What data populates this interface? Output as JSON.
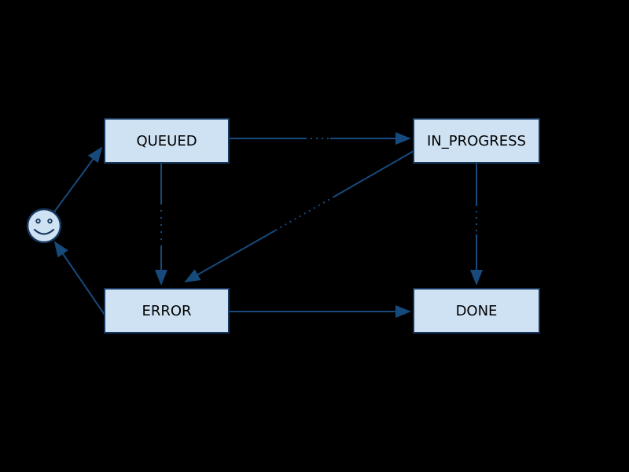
{
  "background": "#000000",
  "colors": {
    "bg": "#000000",
    "node_fill": "#cfe2f3",
    "node_border": "#17365d",
    "edge": "#174a7c",
    "node_text": "#000000"
  },
  "diagram": {
    "type": "state-machine",
    "nodes": {
      "queued": {
        "label": "QUEUED"
      },
      "in_progress": {
        "label": "IN_PROGRESS"
      },
      "error": {
        "label": "ERROR"
      },
      "done": {
        "label": "DONE"
      }
    },
    "actor": {
      "icon": "smiley-face-icon"
    },
    "edges": [
      {
        "from": "smiley",
        "to": "QUEUED"
      },
      {
        "from": "QUEUED",
        "to": "IN_PROGRESS"
      },
      {
        "from": "QUEUED",
        "to": "ERROR"
      },
      {
        "from": "IN_PROGRESS",
        "to": "ERROR"
      },
      {
        "from": "IN_PROGRESS",
        "to": "DONE"
      },
      {
        "from": "ERROR",
        "to": "DONE"
      },
      {
        "from": "ERROR",
        "to": "smiley"
      }
    ]
  }
}
